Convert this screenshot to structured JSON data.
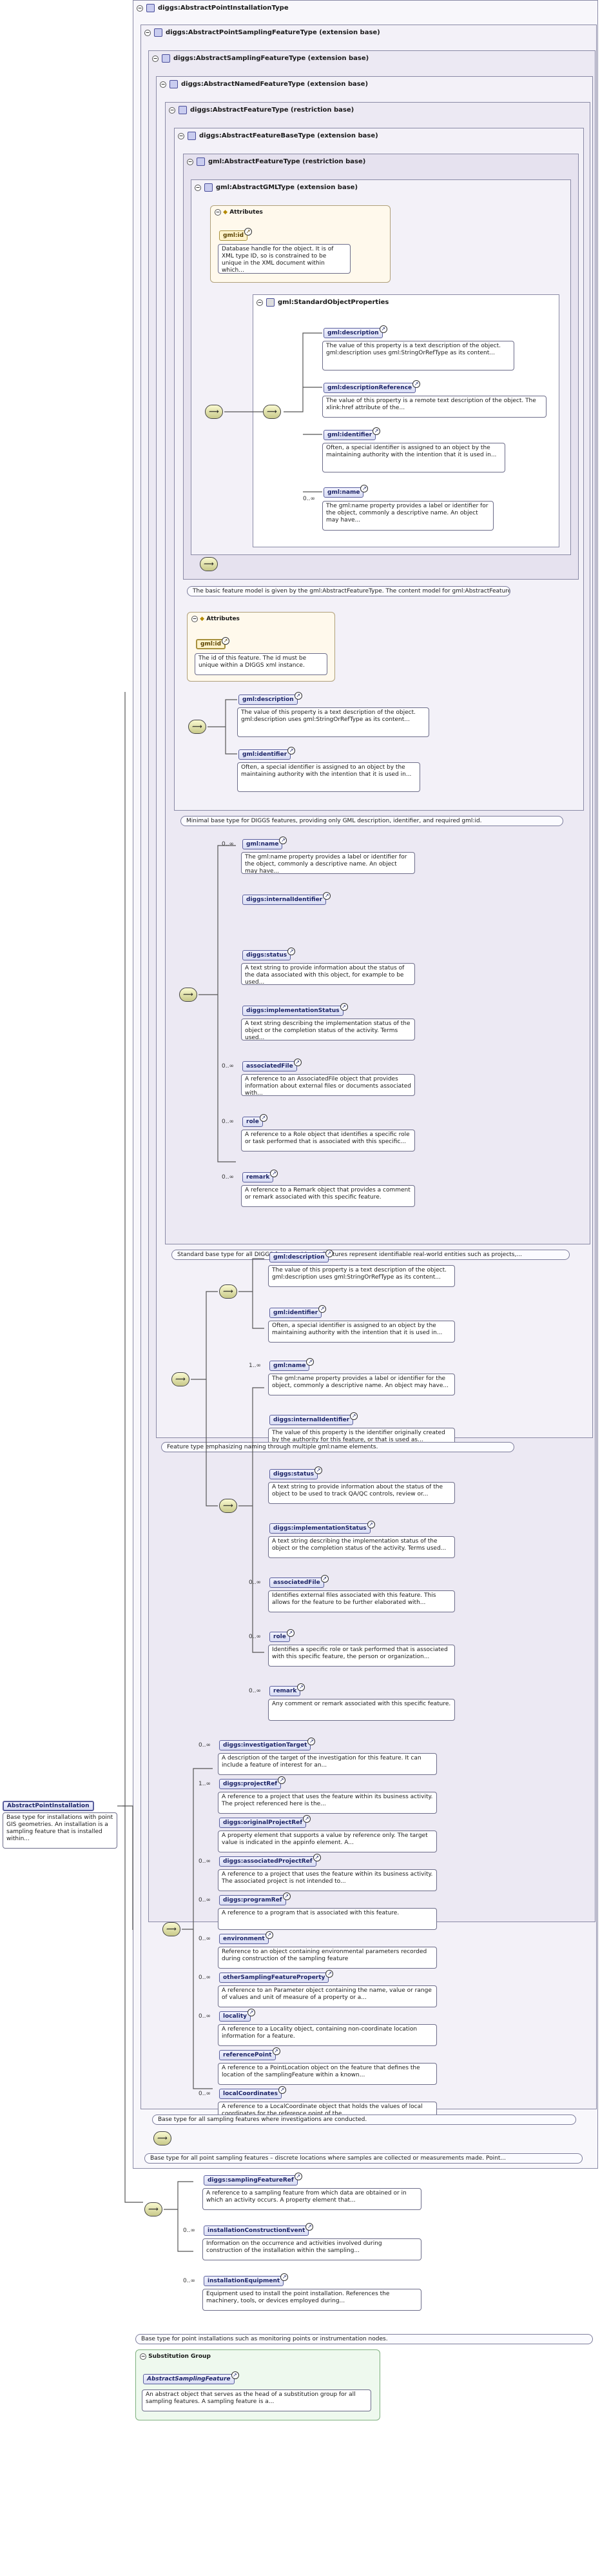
{
  "root": {
    "title": "diggs:AbstractPointInstallationType",
    "caption": "Base type for point installations such as monitoring points or instrumentation nodes."
  },
  "frames": [
    {
      "title": "diggs:AbstractPointSamplingFeatureType (extension base)",
      "caption": "Base type for all point sampling features – discrete locations where samples are collected or measurements made. Point..."
    },
    {
      "title": "diggs:AbstractSamplingFeatureType (extension base)",
      "caption": "Base type for all sampling features where investigations are conducted."
    },
    {
      "title": "diggs:AbstractNamedFeatureType (extension base)",
      "caption": "Feature type emphasizing naming through multiple gml:name elements."
    },
    {
      "title": "diggs:AbstractFeatureType (restriction base)",
      "caption": "Standard base type for all DIGGS feature objects. Features represent identifiable real-world entities such as projects,..."
    },
    {
      "title": "diggs:AbstractFeatureBaseType (extension base)",
      "caption": "Minimal base type for DIGGS features, providing only GML description, identifier, and required gml:id."
    },
    {
      "title": "gml:AbstractFeatureType (restriction base)",
      "caption": "The basic feature model is given by the gml:AbstractFeatureType. The content model for gml:AbstractFeatureType adds two..."
    },
    {
      "title": "gml:AbstractGMLType (extension base)",
      "caption": ""
    }
  ],
  "attributes_label": "Attributes",
  "gml_attr": {
    "name": "gml:id",
    "doc": "Database handle for the object. It is of XML type ID, so is constrained to be unique in the XML document within which..."
  },
  "std_props": {
    "title": "gml:StandardObjectProperties",
    "items": [
      {
        "name": "gml:description",
        "doc": "The value of this property is a text description of the object. gml:description uses gml:StringOrRefType as its content..."
      },
      {
        "name": "gml:descriptionReference",
        "doc": "The value of this property is a remote text description of the object. The xlink:href attribute of the..."
      },
      {
        "name": "gml:identifier",
        "doc": "Often, a special identifier is assigned to an object by the maintaining authority with the intention that it is used in..."
      },
      {
        "name": "gml:name",
        "mult": "0..∞",
        "doc": "The gml:name property provides a label or identifier for the object, commonly a descriptive name. An object may have..."
      }
    ]
  },
  "fbase_attr": {
    "name": "gml:id",
    "doc": "The id of this feature. The id must be unique within a DIGGS xml instance."
  },
  "fbase_items": [
    {
      "name": "gml:description",
      "doc": "The value of this property is a text description of the object. gml:description uses gml:StringOrRefType as its content..."
    },
    {
      "name": "gml:identifier",
      "doc": "Often, a special identifier is assigned to an object by the maintaining authority with the intention that it is used in..."
    }
  ],
  "feature_items": [
    {
      "name": "gml:name",
      "mult": "0..∞",
      "doc": "The gml:name property provides a label or identifier for the object, commonly a descriptive name. An object may have..."
    },
    {
      "name": "diggs:internalIdentifier",
      "doc": ""
    },
    {
      "name": "diggs:status",
      "doc": "A text string to provide information about the status of the data associated with this object, for example to be used..."
    },
    {
      "name": "diggs:implementationStatus",
      "doc": "A text string describing the implementation status of the object or the completion status of the activity. Terms used..."
    },
    {
      "name": "associatedFile",
      "mult": "0..∞",
      "doc": "A reference to an AssociatedFile object that provides information about external files or documents associated with..."
    },
    {
      "name": "role",
      "mult": "0..∞",
      "doc": "A reference to a Role object that identifies a specific role or task performed that is associated with this specific..."
    },
    {
      "name": "remark",
      "mult": "0..∞",
      "doc": "A reference to a Remark object that provides a comment or remark associated with this specific feature."
    }
  ],
  "named_items_a": [
    {
      "name": "gml:description",
      "doc": "The value of this property is a text description of the object. gml:description uses gml:StringOrRefType as its content..."
    },
    {
      "name": "gml:identifier",
      "doc": "Often, a special identifier is assigned to an object by the maintaining authority with the intention that it is used in..."
    }
  ],
  "named_items_b": [
    {
      "name": "gml:name",
      "mult": "1..∞",
      "doc": "The gml:name property provides a label or identifier for the object, commonly a descriptive name. An object may have..."
    },
    {
      "name": "diggs:internalIdentifier",
      "doc": "The value of this property is the identifier originally created by the authority for this feature, or that is used as..."
    },
    {
      "name": "diggs:status",
      "doc": "A text string to provide information about the status of the object to be used to track QA/QC controls, review or..."
    },
    {
      "name": "diggs:implementationStatus",
      "doc": "A text string describing the implementation status of the object or the completion status of the activity. Terms used..."
    },
    {
      "name": "associatedFile",
      "mult": "0..∞",
      "doc": "Identifies external files associated with this feature. This allows for the feature to be further elaborated with..."
    },
    {
      "name": "role",
      "mult": "0..∞",
      "doc": "Identifies a specific role or task performed that is associated with this specific feature, the person or organization..."
    },
    {
      "name": "remark",
      "mult": "0..∞",
      "doc": "Any comment or remark associated with this specific feature."
    }
  ],
  "sampling_items": [
    {
      "name": "diggs:investigationTarget",
      "mult": "0..∞",
      "doc": "A description of the target of the investigation for this feature. It can include a feature of interest for an..."
    },
    {
      "name": "diggs:projectRef",
      "mult": "1..∞",
      "doc": "A reference to a project that uses the feature within its business activity. The project referenced here is the..."
    },
    {
      "name": "diggs:originalProjectRef",
      "doc": "A property element that supports a value by reference only. The target value is indicated in the appinfo element. A..."
    },
    {
      "name": "diggs:associatedProjectRef",
      "mult": "0..∞",
      "doc": "A reference to a project that uses the feature within its business activity. The associated project is not intended to..."
    },
    {
      "name": "diggs:programRef",
      "mult": "0..∞",
      "doc": "A reference to a program that is associated with this feature."
    },
    {
      "name": "environment",
      "mult": "0..∞",
      "doc": "Reference to an object containing environmental parameters recorded during construction of the sampling feature"
    },
    {
      "name": "otherSamplingFeatureProperty",
      "mult": "0..∞",
      "doc": "A reference to an Parameter object containing the name, value or range of values and unit of measure of a property or a..."
    },
    {
      "name": "locality",
      "mult": "0..∞",
      "doc": "A reference to a Locality object, containing non-coordinate location information for a feature."
    },
    {
      "name": "referencePoint",
      "doc": "A reference to a PointLocation object on the feature that defines the location of the samplingFeature within a known..."
    },
    {
      "name": "localCoordinates",
      "mult": "0..∞",
      "doc": "A reference to a LocalCoordinate object that holds the values of local coordinates for the reference point of the..."
    }
  ],
  "point_items": [
    {
      "name": "diggs:samplingFeatureRef",
      "doc": "A reference to a sampling feature from which data are obtained or in which an activity occurs. A property element that..."
    },
    {
      "name": "installationConstructionEvent",
      "mult": "0..∞",
      "doc": "Information on the occurrence and activities involved during construction of the installation within the sampling..."
    },
    {
      "name": "installationEquipment",
      "mult": "0..∞",
      "doc": "Equipment used to install the point installation. References the machinery, tools, or devices employed during..."
    }
  ],
  "left_element": {
    "name": "AbstractPointInstallation",
    "doc": "Base type for installations with point GIS geometries. An installation is a sampling feature that is installed within..."
  },
  "substitution": {
    "title": "Substitution Group",
    "name": "AbstractSamplingFeature",
    "doc": "An abstract object that serves as the head of a substitution group for all sampling features. A sampling feature is a..."
  },
  "colors": {
    "frame": "#f3f1f8",
    "element": "#d8dcf4",
    "attribute": "#fff9ec",
    "substitution": "#eef9ee"
  }
}
